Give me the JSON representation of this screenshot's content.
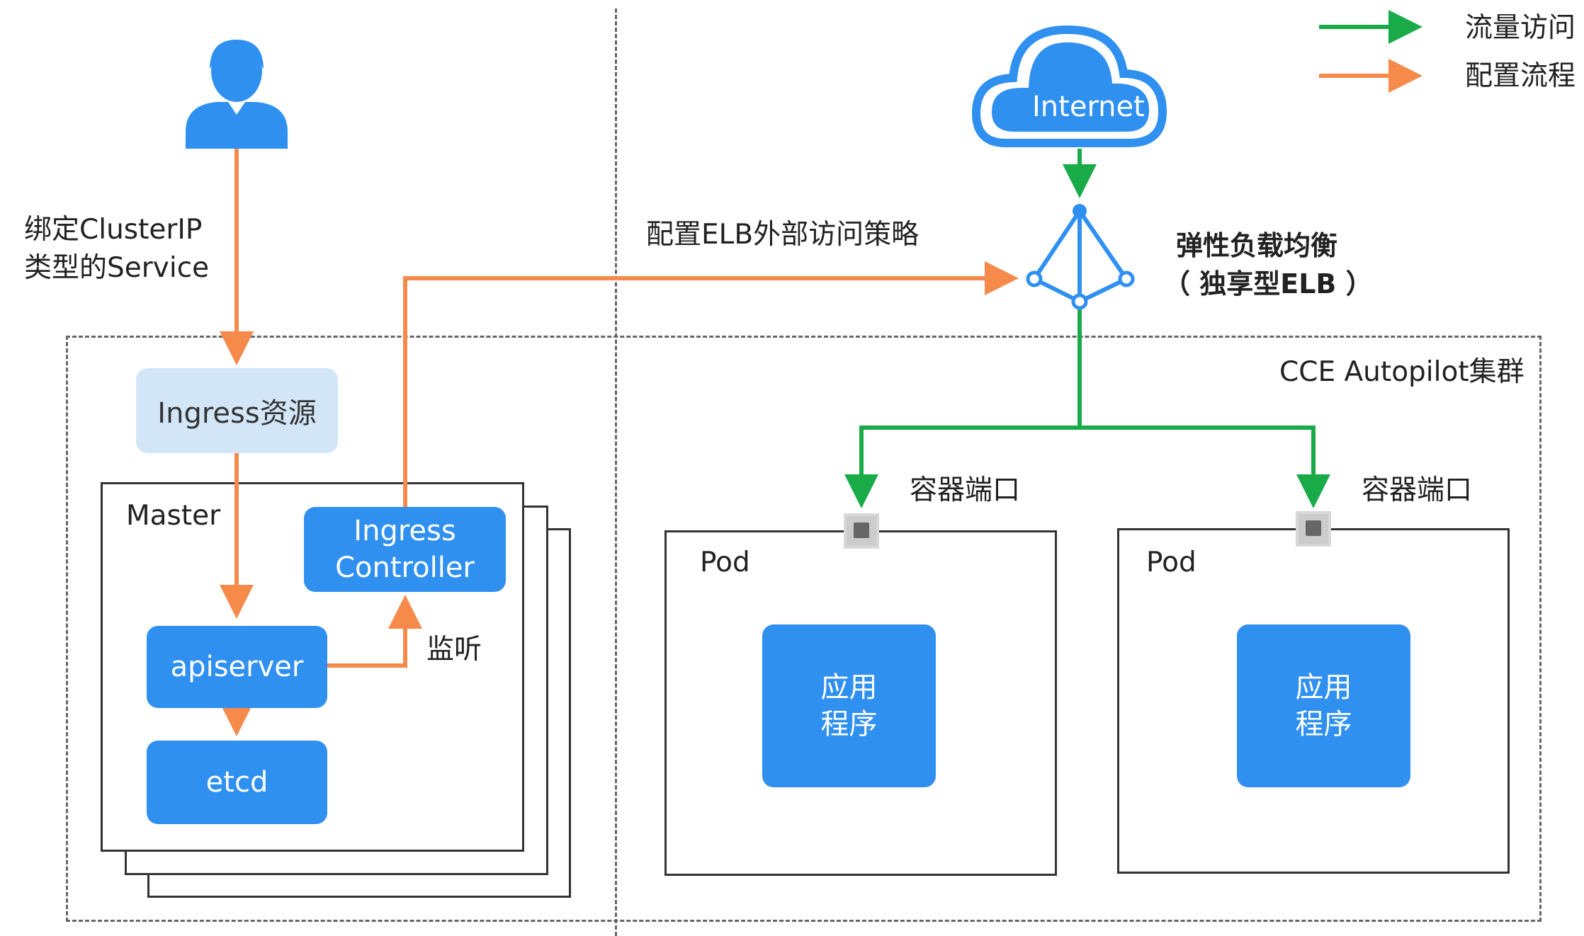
{
  "legend": {
    "traffic_label": "流量访问",
    "config_label": "配置流程",
    "traffic_color": "#1aab49",
    "config_color": "#f58a4b"
  },
  "user": {
    "icon": "user-icon",
    "bind_label": "绑定ClusterIP\n类型的Service"
  },
  "cloud": {
    "icon": "cloud-icon",
    "label": "Internet"
  },
  "elb": {
    "icon": "load-balancer-icon",
    "label_line1": "弹性负载均衡",
    "label_line2": "（ 独享型ELB ）"
  },
  "config_elb_label": "配置ELB外部访问策略",
  "cluster": {
    "label": "CCE Autopilot集群"
  },
  "ingress_resource": "Ingress资源",
  "master": {
    "label": "Master",
    "ingress_controller": "Ingress\nController",
    "apiserver": "apiserver",
    "etcd": "etcd",
    "watch_label": "监听"
  },
  "pods": [
    {
      "label": "Pod",
      "port_label": "容器端口",
      "app": "应用\n程序"
    },
    {
      "label": "Pod",
      "port_label": "容器端口",
      "app": "应用\n程序"
    }
  ],
  "colors": {
    "blue": "#2f90f0",
    "light_blue": "#d3e6f8",
    "green": "#1aab49",
    "orange": "#f58a4b"
  }
}
